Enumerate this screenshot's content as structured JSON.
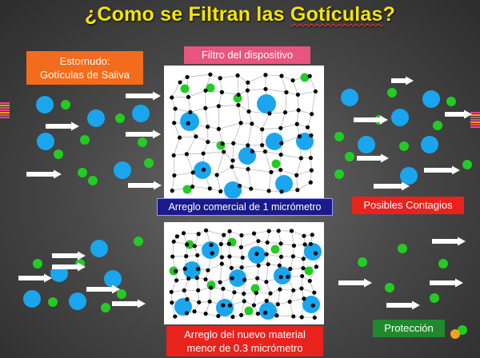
{
  "title_main": "¿Como se Filtran las ",
  "title_word": "Gotículas",
  "title_end": "?",
  "label_source_line1": "Estornudo:",
  "label_source_line2": "Gotículas de Saliva",
  "label_filter": "Filtro del dispositivo",
  "label_arrangement_commercial": "Arreglo comercial de 1 micrómetro",
  "label_contagion": "Posibles Contagios",
  "label_arrangement_new_line1": "Arreglo del nuevo material",
  "label_arrangement_new_line2": "menor de 0.3 micrómetro",
  "label_protection": "Protección",
  "colors": {
    "title": "#f5e600",
    "droplet_large": "#1aa6ee",
    "droplet_small": "#22cc22",
    "filter_node": "#000000",
    "source_label": "#f36b1c",
    "filter_label": "#e8557f",
    "commercial_label": "#1a1a8c",
    "contagion_label": "#e8231e",
    "new_material_label": "#e8231e",
    "protection_label": "#1e8a2c"
  },
  "icons": [
    "arrow-right-icon",
    "droplet-icon",
    "filter-mesh-icon",
    "spray-icon"
  ]
}
